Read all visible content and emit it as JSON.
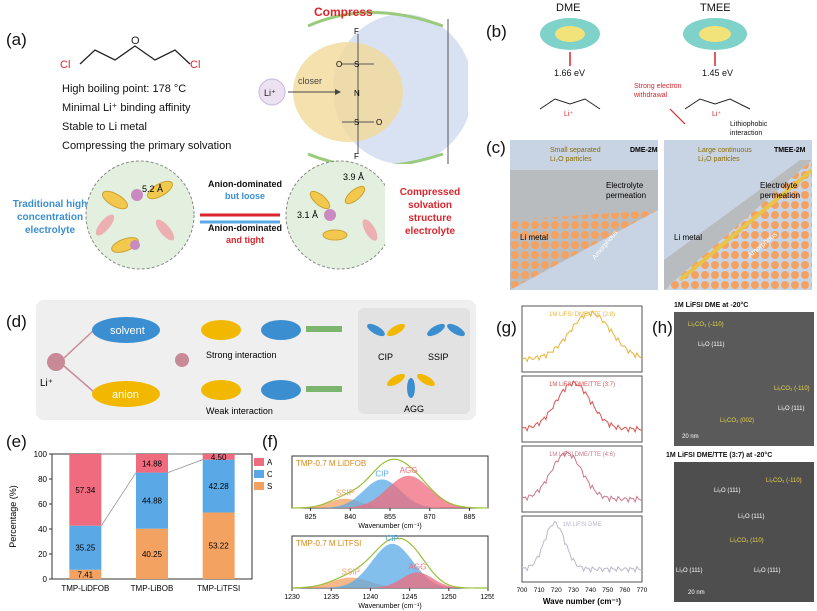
{
  "panel_a": {
    "label": "(a)",
    "molecule_cl_left": "Cl",
    "molecule_o": "O",
    "molecule_cl_right": "Cl",
    "properties": [
      "High boiling point: 178 °C",
      "Minimal Li⁺ binding affinity",
      "Stable to Li metal",
      "Compressing the primary solvation"
    ],
    "compress_label": "Compress",
    "li_label": "Li⁺",
    "closer_label": "closer",
    "fsi_atoms": {
      "F1": "F",
      "O1": "O",
      "S1": "S",
      "N": "N",
      "S2": "S",
      "O2": "O",
      "F2": "F"
    },
    "left_sphere_dist": "5.2 Å",
    "right_sphere_dist1": "3.9 Å",
    "right_sphere_dist2": "3.1 Å",
    "arrow_top_line1": "Anion-dominated",
    "arrow_top_line2": "but loose",
    "arrow_bottom_line1": "Anion-dominated",
    "arrow_bottom_line2": "and tight",
    "left_text": [
      "Traditional high",
      "concentration",
      "electrolyte"
    ],
    "right_text": [
      "Compressed",
      "solvation",
      "structure",
      "electrolyte"
    ]
  },
  "panel_b": {
    "label": "(b)",
    "dme_title": "DME",
    "tmee_title": "TMEE",
    "dme_energy": "1.66 eV",
    "tmee_energy": "1.45 eV",
    "strong_withdrawal": [
      "Strong electron",
      "withdrawal"
    ],
    "lithiophobic": [
      "Lithiophobic",
      "interaction"
    ],
    "li_plus": "Li⁺"
  },
  "panel_c": {
    "label": "(c)",
    "left_title": "DME-2M",
    "right_title": "TMEE-2M",
    "left_note": [
      "Small separated",
      "Li₂O particles"
    ],
    "right_note": [
      "Large continuous",
      "Li₂O particles"
    ],
    "electrolyte": [
      "Electrolyte",
      "permeation"
    ],
    "li_metal": "Li metal",
    "amorphous": "Amorphous"
  },
  "panel_d": {
    "label": "(d)",
    "solvent": "solvent",
    "anion": "anion",
    "li_plus": "Li⁺",
    "strong": "Strong interaction",
    "weak": "Weak interaction",
    "cip": "CIP",
    "ssip": "SSIP",
    "agg": "AGG"
  },
  "panel_e": {
    "label": "(e)"
  },
  "panel_f": {
    "label": "(f)"
  },
  "panel_g": {
    "label": "(g)"
  },
  "panel_h": {
    "label": "(h)",
    "top_title": "1M LiFSI DME at -20°C",
    "bottom_title": "1M LiFSI DME/TTE (3:7) at -20°C",
    "scale": "20 nm",
    "top_annotations": [
      "Li₂CO₃ (-110)",
      "Li₂O (111)",
      "Li₂CO₃ (-110)",
      "Li₂O (111)",
      "Li₂CO₃ (002)"
    ],
    "bottom_annotations": [
      "Li₂CO₃ (-110)",
      "Li₂O (111)",
      "Li₂O (111)",
      "Li₂CO₃ (110)",
      "Li₂O (111)",
      "Li₂O (111)"
    ]
  },
  "chart_data": [
    {
      "type": "bar",
      "id": "e",
      "categories": [
        "TMP-LiDFOB",
        "TMP-LiBOB",
        "TMP-LiTFSI"
      ],
      "series": [
        {
          "name": "SSIP",
          "values": [
            7.41,
            40.25,
            53.22
          ],
          "color": "#f4a261"
        },
        {
          "name": "CIP",
          "values": [
            35.25,
            44.88,
            42.28
          ],
          "color": "#5aa9e6"
        },
        {
          "name": "AGG",
          "values": [
            57.34,
            14.88,
            4.5
          ],
          "color": "#f06b7e"
        }
      ],
      "ylabel": "Percentage (%)",
      "ylim": [
        0,
        100
      ],
      "yticks": [
        0,
        20,
        40,
        60,
        80,
        100
      ],
      "stacked": true,
      "legend": "top-right"
    },
    {
      "type": "area",
      "id": "f-top",
      "title": "TMP-0.7 M LiDFOB",
      "xlabel": "Wavenumber (cm⁻¹)",
      "xticks": [
        825,
        840,
        855,
        870,
        885
      ],
      "xlim": [
        818,
        892
      ],
      "components": [
        {
          "name": "SSIP",
          "center": 838,
          "height": 0.18,
          "width": 6,
          "color": "#f4a261"
        },
        {
          "name": "CIP",
          "center": 852,
          "height": 0.55,
          "width": 7,
          "color": "#5aa9e6"
        },
        {
          "name": "AGG",
          "center": 862,
          "height": 0.62,
          "width": 8,
          "color": "#f06b7e"
        }
      ]
    },
    {
      "type": "area",
      "id": "f-bottom",
      "title": "TMP-0.7 M LiTFSI",
      "xlabel": "Wavenumber (cm⁻¹)",
      "xticks": [
        1230,
        1235,
        1240,
        1245,
        1250,
        1255
      ],
      "xlim": [
        1230,
        1255
      ],
      "components": [
        {
          "name": "SSIP",
          "center": 1237.5,
          "height": 0.2,
          "width": 2.5,
          "color": "#f4a261"
        },
        {
          "name": "CIP",
          "center": 1242.8,
          "height": 0.85,
          "width": 2.6,
          "color": "#5aa9e6"
        },
        {
          "name": "AGG",
          "center": 1246,
          "height": 0.3,
          "width": 2.0,
          "color": "#f06b7e"
        }
      ]
    },
    {
      "type": "line",
      "id": "g",
      "xlabel": "Wave number (cm⁻¹)",
      "xticks": [
        700,
        710,
        720,
        730,
        740,
        750,
        760,
        770
      ],
      "xlim": [
        700,
        770
      ],
      "series": [
        {
          "name": "1M LiFSI DME/TTE (2:8)",
          "peak": 740,
          "width": 12,
          "color": "#e8b339"
        },
        {
          "name": "1M LiFSI DME/TTE (3:7)",
          "peak": 730,
          "width": 10,
          "color": "#d9534f"
        },
        {
          "name": "1M LiFSI DME/TTE (4:6)",
          "peak": 726,
          "width": 9,
          "color": "#c9788a"
        },
        {
          "name": "1M LiFSI  DME",
          "peak": 719,
          "width": 6,
          "color": "#b8b8c8"
        }
      ]
    }
  ]
}
